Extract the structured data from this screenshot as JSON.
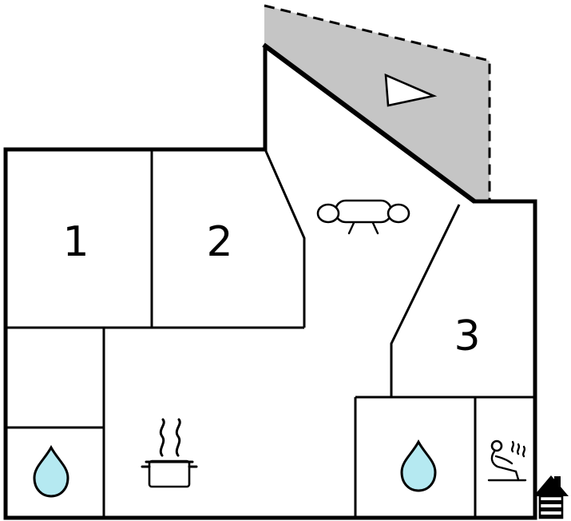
{
  "diagram": {
    "type": "floor-plan",
    "rooms": [
      {
        "label": "1"
      },
      {
        "label": "2"
      },
      {
        "label": "3"
      }
    ],
    "icons": {
      "sofa": "sofa-icon",
      "water_drop_left": "water-drop-icon",
      "water_drop_right": "water-drop-icon",
      "cooking_pot": "cooking-pot-icon",
      "sauna": "sauna-icon",
      "house": "house-icon",
      "north_arrow": "north-arrow-icon"
    },
    "colors": {
      "wall": "#000000",
      "background": "#ffffff",
      "terrace": "#c5c5c5",
      "water": "#b5e9f1",
      "arrow_fill": "#ffffff"
    }
  }
}
